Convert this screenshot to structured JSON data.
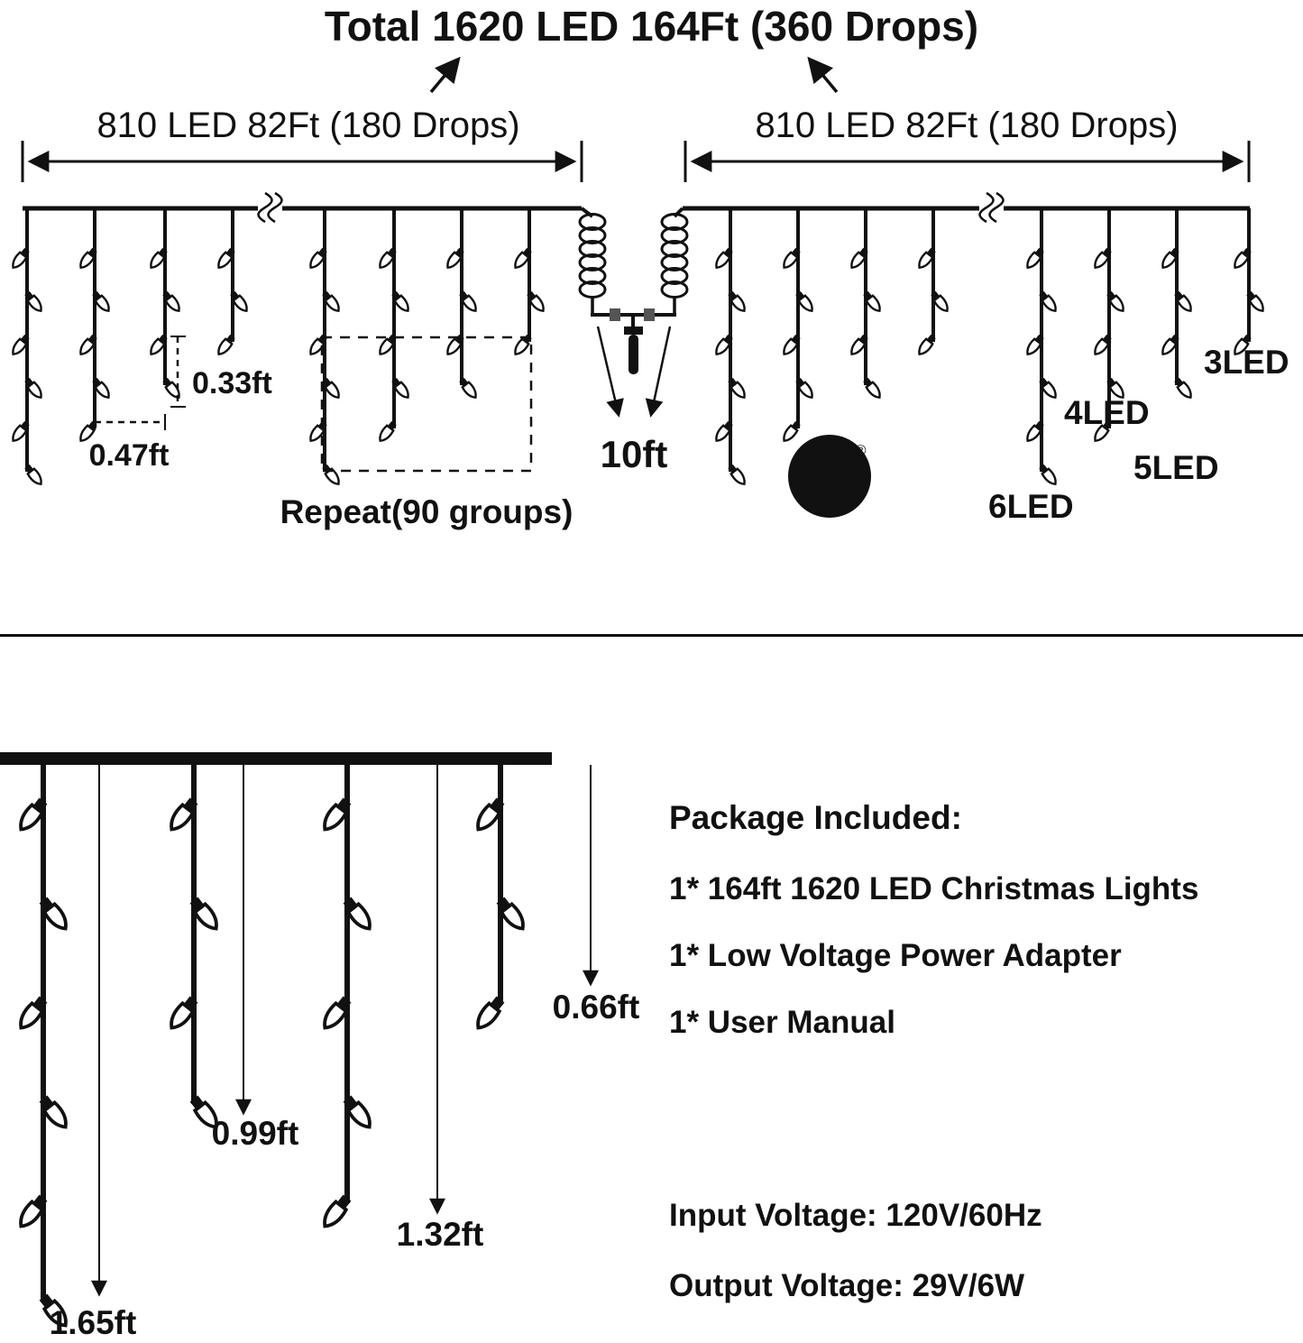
{
  "title": "Total 1620 LED 164Ft (360 Drops)",
  "top_diagram": {
    "left_span_label": "810 LED 82Ft (180 Drops)",
    "right_span_label": "810 LED 82Ft (180 Drops)",
    "vertical_spacing": "0.33ft",
    "horizontal_spacing": "0.47ft",
    "repeat_label": "Repeat(90 groups)",
    "middle_cable_length": "10ft",
    "ul_mark": "UL",
    "ul_registered": "®",
    "led_counts": [
      "3LED",
      "4LED",
      "5LED",
      "6LED"
    ]
  },
  "drop_diagram": {
    "lengths": [
      "0.66ft",
      "0.99ft",
      "1.32ft",
      "1.65ft"
    ]
  },
  "package": {
    "heading": "Package Included:",
    "items": [
      "1* 164ft 1620 LED Christmas Lights",
      "1* Low Voltage Power Adapter",
      "1* User Manual"
    ]
  },
  "electrical": {
    "input": "Input Voltage: 120V/60Hz",
    "output": "Output Voltage: 29V/6W"
  }
}
